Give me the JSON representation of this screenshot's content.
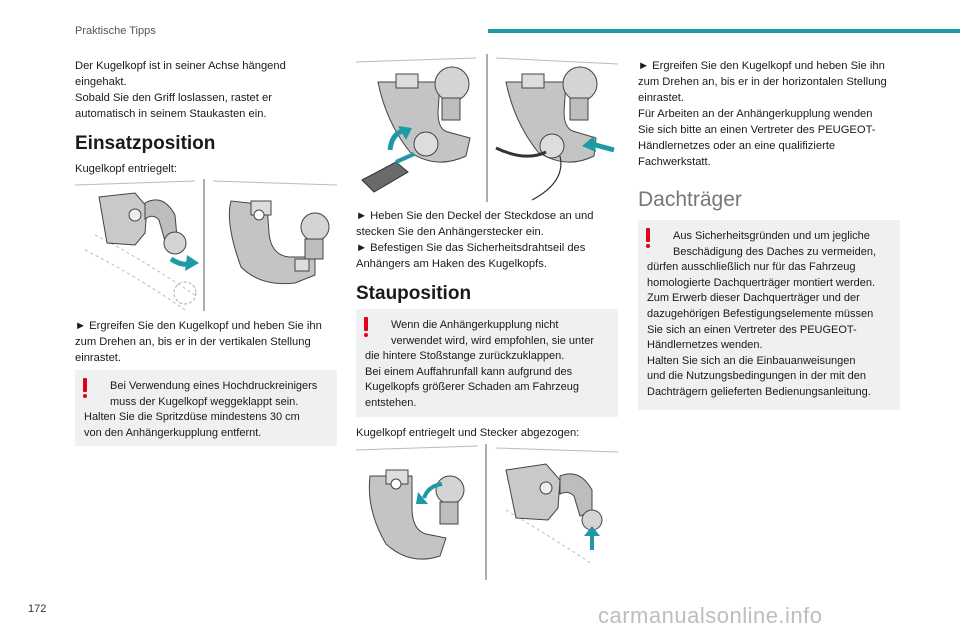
{
  "header": {
    "section": "Praktische Tipps"
  },
  "col1": {
    "intro_1": "Der Kugelkopf ist in seiner Achse hängend",
    "intro_2": "eingehakt.",
    "intro_3": "Sobald Sie den Griff loslassen, rastet er",
    "intro_4": "automatisch in seinem Staukasten ein.",
    "heading": "Einsatzposition",
    "subtext": "Kugelkopf entriegelt:",
    "step_1": "► Ergreifen Sie den Kugelkopf und heben Sie ihn",
    "step_2": "zum Drehen an, bis er in der vertikalen Stellung",
    "step_3": "einrastet.",
    "warning_1": "Bei Verwendung eines Hochdruckreinigers",
    "warning_2": "muss der Kugelkopf weggeklappt sein.",
    "warning_3": "Halten Sie die Spritzdüse mindestens 30 cm",
    "warning_4": "von den Anhängerkupplung entfernt."
  },
  "col2": {
    "step_1": "► Heben Sie den Deckel der Steckdose an und",
    "step_2": "stecken Sie den Anhängerstecker ein.",
    "step_3": "► Befestigen Sie das Sicherheitsdrahtseil des",
    "step_4": "Anhängers am Haken des Kugelkopfs.",
    "heading": "Stauposition",
    "warning_1": "Wenn die Anhängerkupplung nicht",
    "warning_2": "verwendet wird, wird empfohlen, sie unter",
    "warning_3": "die hintere Stoßstange zurückzuklappen.",
    "warning_4": "Bei einem Auffahrunfall kann aufgrund des",
    "warning_5": "Kugelkopfs größerer Schaden am Fahrzeug",
    "warning_6": "entstehen.",
    "subtext": "Kugelkopf entriegelt und Stecker abgezogen:"
  },
  "col3": {
    "step_1": "► Ergreifen Sie den Kugelkopf und heben Sie ihn",
    "step_2": "zum Drehen an, bis er in der horizontalen Stellung",
    "step_3": "einrastet.",
    "step_4": "Für Arbeiten an der Anhängerkupplung wenden",
    "step_5": "Sie sich bitte an einen Vertreter des PEUGEOT-",
    "step_6": "Händlernetzes oder an eine qualifizierte",
    "step_7": "Fachwerkstatt.",
    "heading": "Dachträger",
    "warning_1": "Aus Sicherheitsgründen und um jegliche",
    "warning_2": "Beschädigung des Daches zu vermeiden,",
    "warning_3": "dürfen ausschließlich nur für das Fahrzeug",
    "warning_4": "homologierte Dachquerträger montiert werden.",
    "warning_5": "Zum Erwerb dieser Dachquerträger und der",
    "warning_6": "dazugehörigen Befestigungselemente müssen",
    "warning_7": "Sie sich an einen Vertreter des PEUGEOT-",
    "warning_8": "Händlernetzes wenden.",
    "warning_9": "Halten Sie sich an die Einbauanweisungen",
    "warning_10": "und die Nutzungsbedingungen in der mit den",
    "warning_11": "Dachträgern gelieferten Bedienungsanleitung."
  },
  "footer": {
    "page_number": "172",
    "watermark": "carmanualsonline.info"
  },
  "colors": {
    "accent": "#1d9aa6",
    "warning_mark": "#e3001b",
    "warning_bg": "#eef0f1"
  }
}
